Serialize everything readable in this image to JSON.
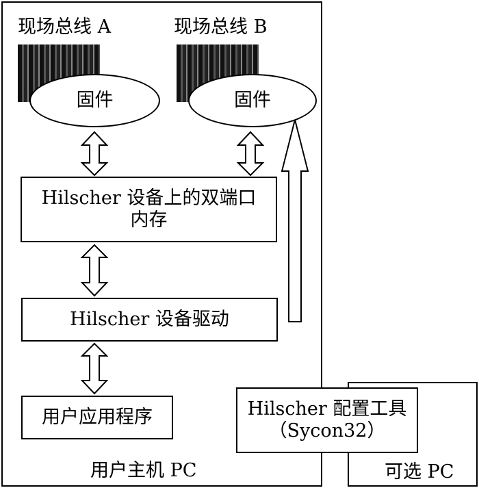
{
  "host": {
    "label": "用户主机 PC"
  },
  "optional_pc": {
    "label": "可选 PC"
  },
  "fieldbus_a": {
    "label": "现场总线 A",
    "firmware": "固件"
  },
  "fieldbus_b": {
    "label": "现场总线 B",
    "firmware": "固件"
  },
  "dual_port_memory": {
    "line1": "Hilscher 设备上的双端口",
    "line2": "内存"
  },
  "device_driver": {
    "label": "Hilscher 设备驱动"
  },
  "user_app": {
    "label": "用户应用程序"
  },
  "config_tool": {
    "line1": "Hilscher 配置工具",
    "line2": "（Sycon32）"
  }
}
